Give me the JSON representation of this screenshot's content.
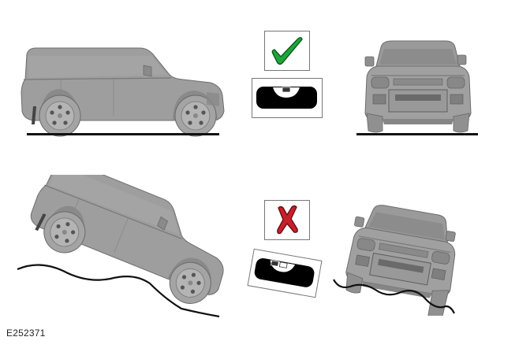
{
  "figure": {
    "id_label": "E252371",
    "colors": {
      "vehicle_body": "#9e9e9e",
      "vehicle_shade": "#7d7d7d",
      "vehicle_dark": "#5a5a5a",
      "ground_line": "#111111",
      "check_green": "#1fa53a",
      "cross_red": "#c8202a",
      "box_border": "#777777",
      "level_body": "#000000"
    }
  },
  "panels": [
    {
      "name": "correct",
      "status_icon": "check-icon",
      "meaning": "Vehicle on level ground - correct",
      "level_indicator": "bubble-level-centered",
      "views": [
        "side-view-level",
        "front-view-level"
      ],
      "ground": "flat"
    },
    {
      "name": "incorrect",
      "status_icon": "cross-icon",
      "meaning": "Vehicle on uneven ground - incorrect",
      "level_indicator": "bubble-level-tilted",
      "views": [
        "side-view-tilted",
        "front-view-tilted"
      ],
      "ground": "uneven"
    }
  ]
}
